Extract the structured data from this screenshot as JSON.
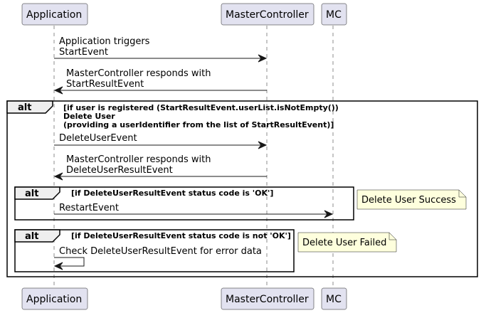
{
  "participants": [
    "Application",
    "MasterController",
    "MC"
  ],
  "messages": {
    "m1": [
      "Application triggers",
      "StartEvent"
    ],
    "m2": [
      "MasterController responds with",
      "StartResultEvent"
    ],
    "m3": "DeleteUserEvent",
    "m4": [
      "MasterController responds with",
      "DeleteUserResultEvent"
    ],
    "m5": "RestartEvent",
    "m6": "Check DeleteUserResultEvent for error data"
  },
  "fragments": {
    "outer": {
      "label": "alt",
      "guard": [
        "[if user is registered (StartResultEvent.userList.isNotEmpty())",
        "Delete User",
        "(providing a userIdentifier from the list of StartResultEvent)]"
      ]
    },
    "inner1": {
      "label": "alt",
      "guard": "[if DeleteUserResultEvent status code is 'OK']"
    },
    "inner2": {
      "label": "alt",
      "guard": "[if DeleteUserResultEvent status code is not 'OK']"
    }
  },
  "notes": {
    "success": "Delete User Success",
    "failed": "Delete User Failed"
  }
}
